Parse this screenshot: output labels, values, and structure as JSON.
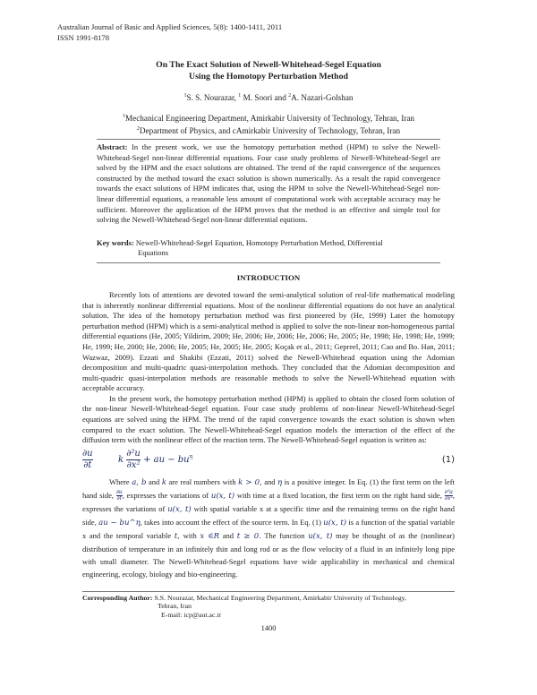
{
  "header": {
    "journal": "Australian Journal of Basic and Applied Sciences, 5(8): 1400-1411, 2011",
    "issn": "ISSN 1991-8178"
  },
  "title": {
    "line1": "On The Exact Solution of Newell-Whitehead-Segel Equation",
    "line2": "Using the Homotopy Perturbation Method"
  },
  "authors": {
    "a1_sup": "1",
    "a1": "S. S. Nourazar, ",
    "a2_sup": "1",
    "a2": " M. Soori and ",
    "a3_sup": "2",
    "a3": "A. Nazari-Golshan"
  },
  "affiliations": [
    {
      "sup": "1",
      "text": "Mechanical Engineering Department, Amirkabir University of Technology, Tehran, Iran"
    },
    {
      "sup": "2",
      "text": "Department of Physics, and cAmirkabir University of Technology, Tehran, Iran"
    }
  ],
  "abstract": {
    "label": "Abstract:",
    "text": " In the present work, we use the homotopy perturbation method (HPM) to solve the Newell-Whitehead-Segel non-linear differential equations. Four case study problems of Newell-Whitehead-Segel are solved by the HPM and the exact solutions are obtained. The trend of the rapid convergence of the sequences constructed by the method toward the exact solution is shown numerically. As a result the rapid convergence towards the exact solutions of HPM indicates that, using the HPM to solve the Newell-Whitehead-Segel non-linear differential equations, a reasonable less amount of computational work with acceptable accuracy may be sufficient. Moreover the application of the HPM proves that the method is an effective and simple tool for solving the Newell-Whitehead-Segel non-linear differential equtions."
  },
  "keywords": {
    "label": "Key words:",
    "line1": "Newell-Whitehead-Segel Equation, Homotopy Perturbation Method, Differential",
    "line2": "Equations"
  },
  "section": {
    "heading": "INTRODUCTION"
  },
  "paragraphs": {
    "p1": "Recently lots of attentions are devoted toward the semi-analytical solution of real-life mathematical modeling that is inherently nonlinear differential equations. Most of the nonlinear differential equations do not have an analytical solution. The idea of the homotopy perturbation method was first pioneered by (He, 1999) Later the homotopy perturbation method (HPM) which is a semi-analytical method is applied to solve the non-linear non-homogeneous partial differential equations (He, 2005; Yildirim, 2009; He, 2006; He, 2006; He, 2006; He, 2005; He, 1998; He, 1998; He, 1999; He, 1999; He, 2000; He, 2006; He, 2005; He, 2005; He, 2005; Koçak et al., 2011; Gepreel, 2011; Cao and Bo. Han, 2011; Wazwaz, 2009). Ezzati and Shakibi (Ezzati, 2011) solved the Newell-Whitehead equation using the Adomian decomposition and multi-quadric quasi-interpolation methods. They concluded that the Adomian decomposition and multi-quadric quasi-interpolation methods are reasonable methods to solve the Newell-Whitehead equation with acceptable accuracy.",
    "p2": "In the present work, the homotopy perturbation method (HPM) is applied to obtain the closed form solution of the non-linear Newell-Whitehead-Segel equation. Four case study problems of non-linear Newell-Whitehead-Segel equations are solved using the HPM. The trend of the rapid convergence towards the exact solution is shown when compared to the exact solution. The Newell-Whitehead-Segel equation models the interaction of the effect of the diffusion term with the nonlinear effect of the reaction term. The Newell-Whitehead-Segel equation is written as:",
    "p3": {
      "s1": "Where ",
      "m1": "a, b",
      "s2": " and ",
      "m2": "k",
      "s3": " are real numbers with ",
      "m3": "k > 0,",
      "s4": " and ",
      "m4": "η",
      "s5": " is a positive integer. In Eq. (1) the first term on the left hand side, ",
      "f1n": "∂u",
      "f1d": "∂t",
      "s6": ", expresses the variations of ",
      "m5": "u(x, t)",
      "s7": " with time at a fixed location, the first term on the right hand side, ",
      "f2n": "∂²u",
      "f2d": "∂x²",
      "s8": ", expresses the variations of ",
      "m6": "u(x, t)",
      "s9": " with spatial variable x at a specific time and the remaining terms on the right hand side, ",
      "m7": "au − bu^η",
      "s10": ", takes into account the effect of the source term. In Eq. (1) ",
      "m8": "u(x, t)",
      "s11": " is a function of the spatial variable x and the temporal variable ",
      "m9": "t,",
      "s12": " with ",
      "m10": "x ∈R",
      "s13": " and ",
      "m11": "t ≥ 0.",
      "s14": " The function ",
      "m12": "u(x, t)",
      "s15": " may be thought of as the (nonlinear) distribution of temperature in an infinitely thin and long rod or as the flow velocity of a fluid in an infinitely long pipe with small diameter. The Newell-Whitehead-Segel equations have wide applicability in mechanical and chemical engineering, ecology, biology and bio-engineering."
    }
  },
  "equation": {
    "lhs_num": "∂u",
    "lhs_den": "∂t",
    "k": "k",
    "rhs_num": "∂²u",
    "rhs_den": "∂x²",
    "rest": "+ au − bu",
    "exp": "η",
    "number": "(1)"
  },
  "footer": {
    "label": "Corresponding Author:",
    "line1": " S.S. Nourazar, Mechanical Engineering Department, Amirkabir University of Technology,",
    "line2": "Tehran, Iran",
    "line3": "E-mail: icp@aut.ac.ir",
    "page_number": "1400"
  }
}
